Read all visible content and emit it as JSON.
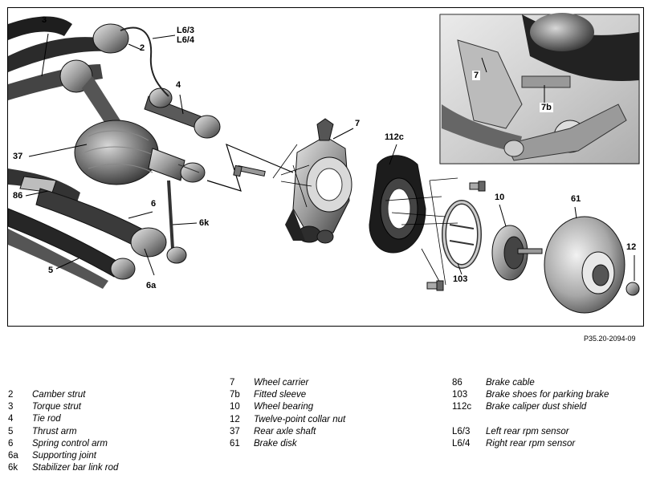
{
  "figure": {
    "reference": "P35.20-2094-09",
    "callouts": [
      "3",
      "2",
      "L6/3",
      "L6/4",
      "4",
      "37",
      "86",
      "6",
      "6k",
      "5",
      "6a",
      "7",
      "112c",
      "10",
      "61",
      "12",
      "103"
    ],
    "inset_callouts": [
      "7",
      "7b"
    ]
  },
  "legend": {
    "col1": [
      {
        "code": "2",
        "text": "Camber strut"
      },
      {
        "code": "3",
        "text": "Torque strut"
      },
      {
        "code": "4",
        "text": "Tie rod"
      },
      {
        "code": "5",
        "text": "Thrust arm"
      },
      {
        "code": "6",
        "text": "Spring control arm"
      },
      {
        "code": "6a",
        "text": "Supporting joint"
      },
      {
        "code": "6k",
        "text": "Stabilizer bar link rod"
      }
    ],
    "col2": [
      {
        "code": "7",
        "text": "Wheel carrier"
      },
      {
        "code": "7b",
        "text": "Fitted sleeve"
      },
      {
        "code": "10",
        "text": "Wheel bearing"
      },
      {
        "code": "12",
        "text": "Twelve-point collar nut"
      },
      {
        "code": "37",
        "text": "Rear axle shaft"
      },
      {
        "code": "61",
        "text": "Brake disk"
      }
    ],
    "col3": [
      {
        "code": "86",
        "text": "Brake cable"
      },
      {
        "code": "103",
        "text": "Brake shoes for parking brake"
      },
      {
        "code": "112c",
        "text": "Brake caliper dust shield"
      },
      {
        "code": "",
        "text": ""
      },
      {
        "code": "L6/3",
        "text": "Left rear rpm sensor"
      },
      {
        "code": "L6/4",
        "text": "Right rear rpm sensor"
      }
    ]
  }
}
